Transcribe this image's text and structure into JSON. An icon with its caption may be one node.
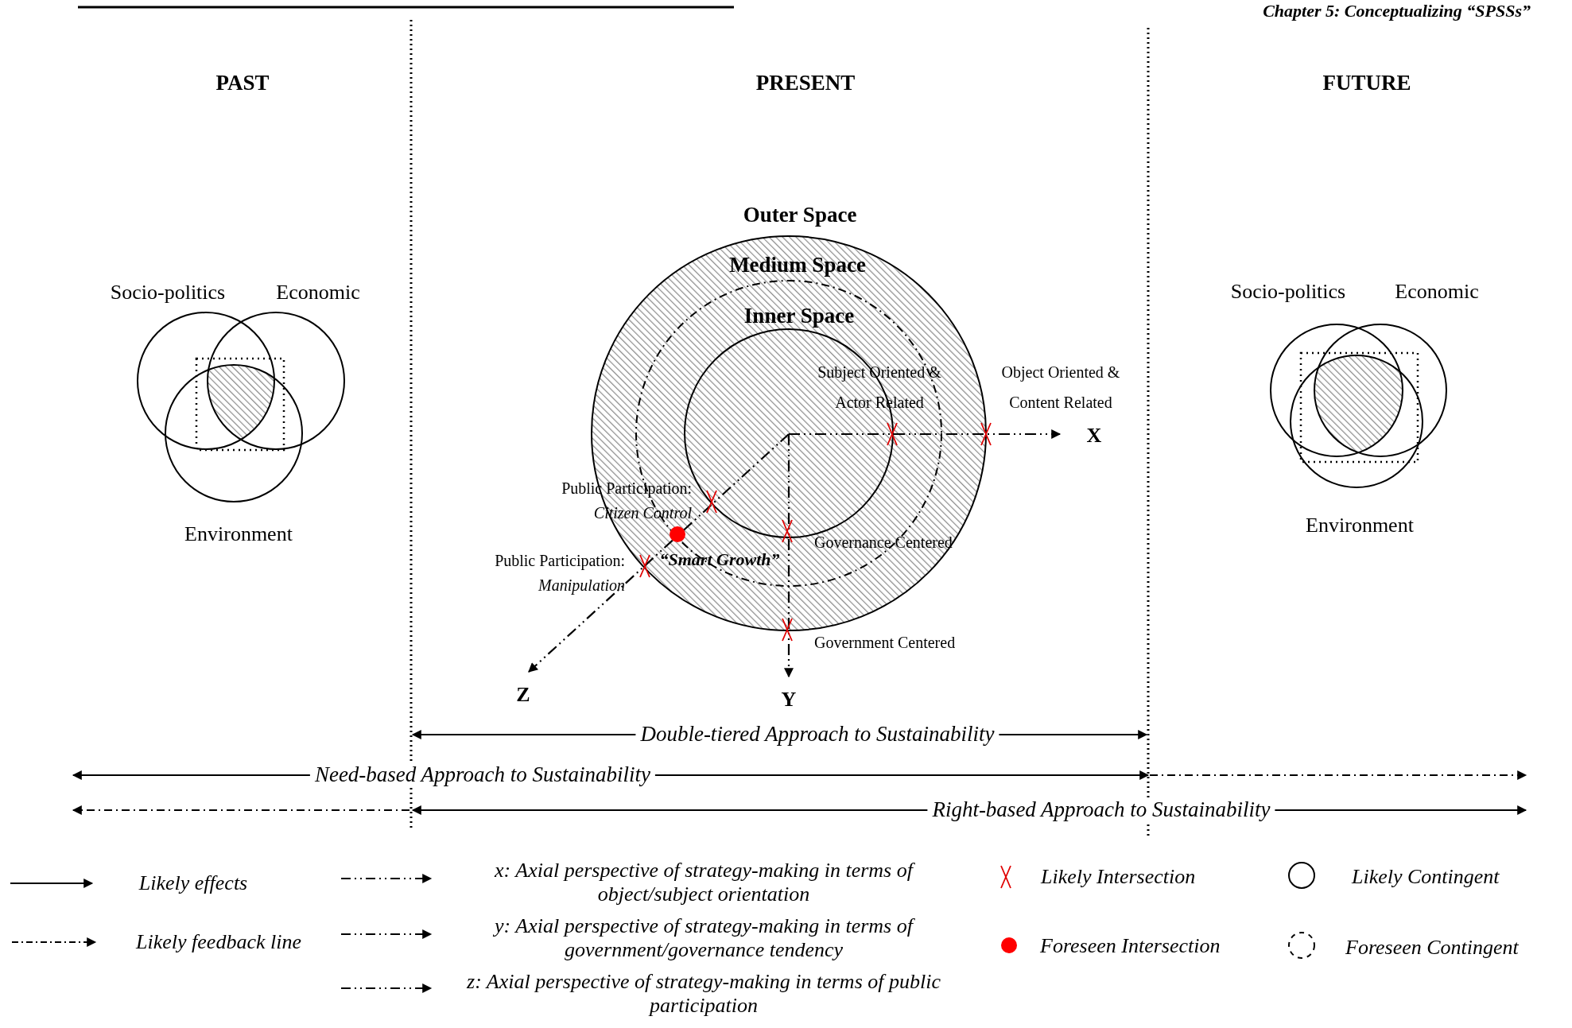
{
  "diagram": {
    "nodes": [
      {
        "text": [
          "Outer Space"
        ]
      },
      {
        "text": [
          "Medium Space"
        ],
        "in": 0
      },
      {
        "text": [
          "Inner Space"
        ],
        "in": 1
      }
    ],
    "labels": [
      "Chapter 5: Conceptualizing “SPSSs”",
      "PAST",
      "PRESENT",
      "FUTURE",
      "Socio-politics",
      "Economic",
      "Environment",
      "Subject Oriented & Actor Related",
      "Object Oriented & Content Related",
      "X",
      "Public Participation: *Citizen Control*",
      "Governance Centered",
      "Public Participation: *Manipulation*",
      "“Smart Growth”",
      "Government Centered",
      "Z",
      "Y",
      "Socio-politics",
      "Economic",
      "Environment",
      "Double-tiered Approach to Sustainability",
      "Need-based Approach to Sustainability",
      "Right-based Approach to Sustainability"
    ],
    "legend": [
      {
        "text": "Likely effects"
      },
      {
        "text": "Likely feedback line"
      },
      {
        "text": "x: Axial perspective of strategy-making in terms of object/subject orientation"
      },
      {
        "text": "y: Axial perspective of strategy-making in terms of government/governance tendency"
      },
      {
        "text": "z: Axial perspective of strategy-making in terms of public participation"
      },
      {
        "text": "Likely Intersection"
      },
      {
        "text": "Foreseen Intersection",
        "color": "#ff0000"
      },
      {
        "text": "Likely Contingent"
      },
      {
        "text": "Foreseen Contingent"
      }
    ]
  }
}
